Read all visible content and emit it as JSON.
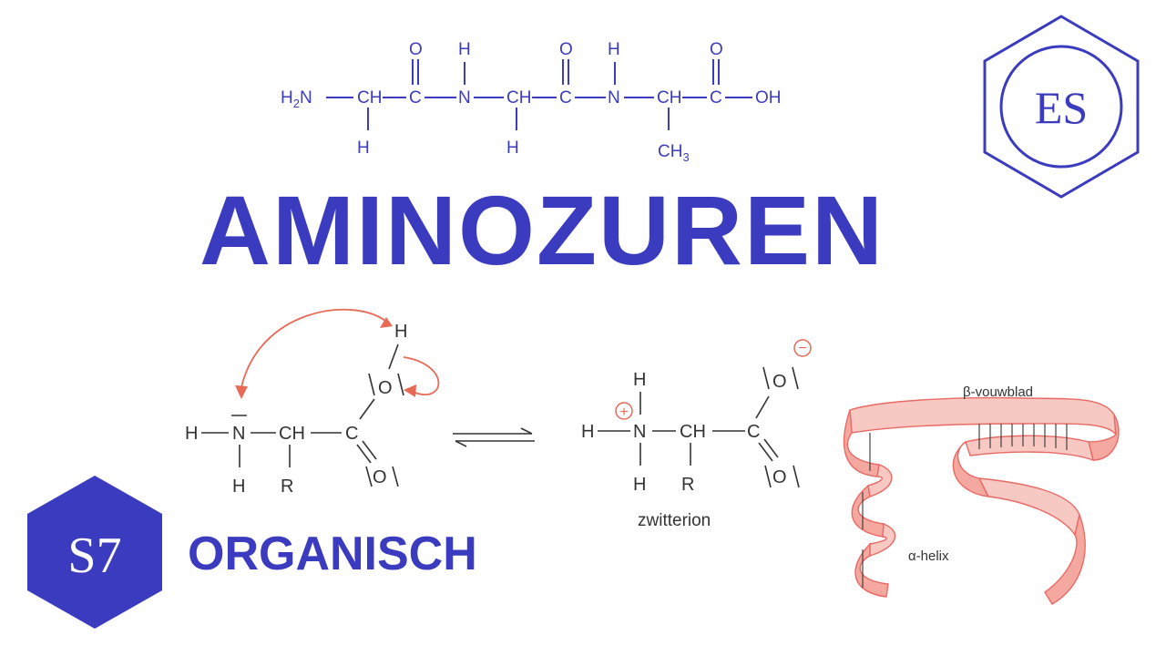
{
  "title": "AMINOZUREN",
  "section": {
    "code": "S7",
    "label": "ORGANISCH"
  },
  "logo": {
    "text": "ES"
  },
  "tripeptide": {
    "atoms": [
      "H2N",
      "CH",
      "C",
      "N",
      "CH",
      "C",
      "N",
      "CH",
      "C",
      "OH"
    ],
    "substituents": [
      "O",
      "H",
      "O",
      "H",
      "O",
      "H",
      "H",
      "CH3"
    ]
  },
  "mechanism": {
    "neutral_atoms": [
      "H",
      "N",
      "CH",
      "C",
      "H",
      "R",
      "O",
      "O",
      "H"
    ],
    "zwitterion_atoms": [
      "H",
      "N",
      "CH",
      "C",
      "H",
      "H",
      "R",
      "O",
      "O"
    ],
    "zwitterion_label": "zwitterion",
    "charges": [
      "+",
      "−"
    ]
  },
  "protein": {
    "sheet_label": "β-vouwblad",
    "helix_label": "α-helix"
  },
  "colors": {
    "brand_blue": "#3b3bbf",
    "structure_blue": "#3c3cc0",
    "arrow_red": "#e86a55",
    "ribbon_pink": "#f4a8a0",
    "ribbon_edge": "#e86a65"
  }
}
